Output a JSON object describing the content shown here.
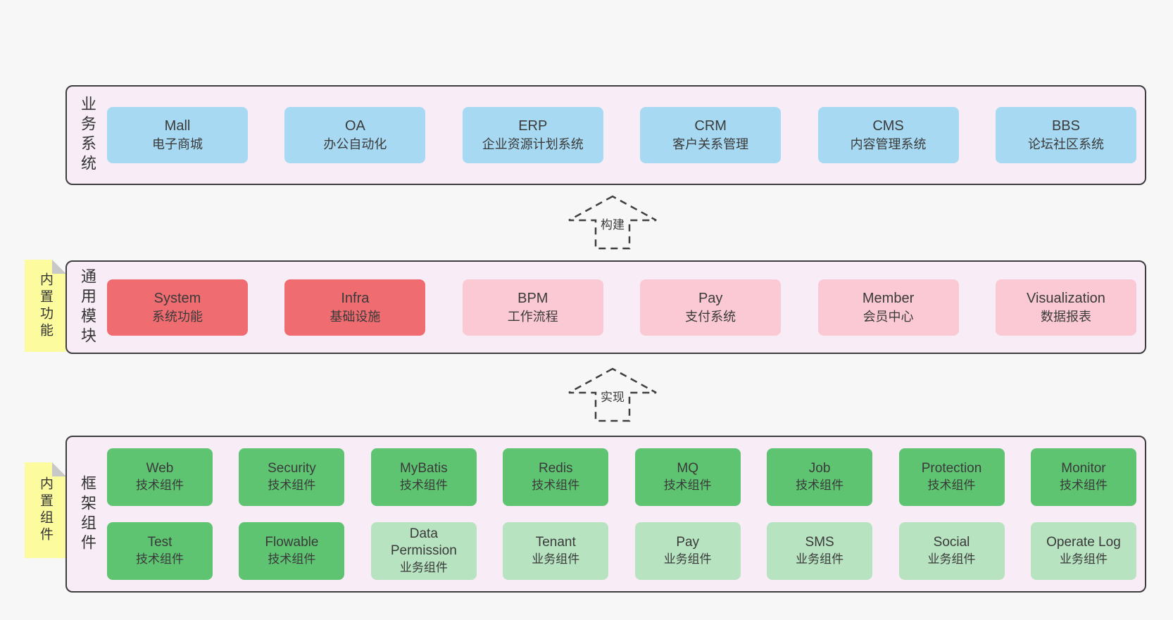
{
  "colors": {
    "background": "#f7f7f7",
    "panel_fill": "#f8edf6",
    "panel_border": "#3d3d3d",
    "blue_box": "#a7d9f2",
    "red_box": "#ef6c70",
    "pink_box": "#fbc9d4",
    "green_box": "#5ec472",
    "light_green_box": "#b7e3c0",
    "sticky_note": "#fcfc9e",
    "sticky_fold": "#c8c8c8",
    "text": "#3a3a3a"
  },
  "arrows": {
    "build": "构建",
    "implement": "实现"
  },
  "layers": {
    "business": {
      "side_label": "业务系统",
      "boxes": [
        {
          "title": "Mall",
          "subtitle": "电子商城",
          "variant": "blue"
        },
        {
          "title": "OA",
          "subtitle": "办公自动化",
          "variant": "blue"
        },
        {
          "title": "ERP",
          "subtitle": "企业资源计划系统",
          "variant": "blue"
        },
        {
          "title": "CRM",
          "subtitle": "客户关系管理",
          "variant": "blue"
        },
        {
          "title": "CMS",
          "subtitle": "内容管理系统",
          "variant": "blue"
        },
        {
          "title": "BBS",
          "subtitle": "论坛社区系统",
          "variant": "blue"
        }
      ]
    },
    "modules": {
      "side_label": "通用模块",
      "tag": "内置功能",
      "boxes": [
        {
          "title": "System",
          "subtitle": "系统功能",
          "variant": "red"
        },
        {
          "title": "Infra",
          "subtitle": "基础设施",
          "variant": "red"
        },
        {
          "title": "BPM",
          "subtitle": "工作流程",
          "variant": "pink"
        },
        {
          "title": "Pay",
          "subtitle": "支付系统",
          "variant": "pink"
        },
        {
          "title": "Member",
          "subtitle": "会员中心",
          "variant": "pink"
        },
        {
          "title": "Visualization",
          "subtitle": "数据报表",
          "variant": "pink"
        }
      ]
    },
    "framework": {
      "side_label": "框架组件",
      "tag": "内置组件",
      "row1": [
        {
          "title": "Web",
          "subtitle": "技术组件",
          "variant": "green"
        },
        {
          "title": "Security",
          "subtitle": "技术组件",
          "variant": "green"
        },
        {
          "title": "MyBatis",
          "subtitle": "技术组件",
          "variant": "green"
        },
        {
          "title": "Redis",
          "subtitle": "技术组件",
          "variant": "green"
        },
        {
          "title": "MQ",
          "subtitle": "技术组件",
          "variant": "green"
        },
        {
          "title": "Job",
          "subtitle": "技术组件",
          "variant": "green"
        },
        {
          "title": "Protection",
          "subtitle": "技术组件",
          "variant": "green"
        },
        {
          "title": "Monitor",
          "subtitle": "技术组件",
          "variant": "green"
        }
      ],
      "row2": [
        {
          "title": "Test",
          "subtitle": "技术组件",
          "variant": "green"
        },
        {
          "title": "Flowable",
          "subtitle": "技术组件",
          "variant": "green"
        },
        {
          "title": "Data Permission",
          "subtitle": "业务组件",
          "variant": "light_green"
        },
        {
          "title": "Tenant",
          "subtitle": "业务组件",
          "variant": "light_green"
        },
        {
          "title": "Pay",
          "subtitle": "业务组件",
          "variant": "light_green"
        },
        {
          "title": "SMS",
          "subtitle": "业务组件",
          "variant": "light_green"
        },
        {
          "title": "Social",
          "subtitle": "业务组件",
          "variant": "light_green"
        },
        {
          "title": "Operate Log",
          "subtitle": "业务组件",
          "variant": "light_green"
        }
      ]
    }
  }
}
